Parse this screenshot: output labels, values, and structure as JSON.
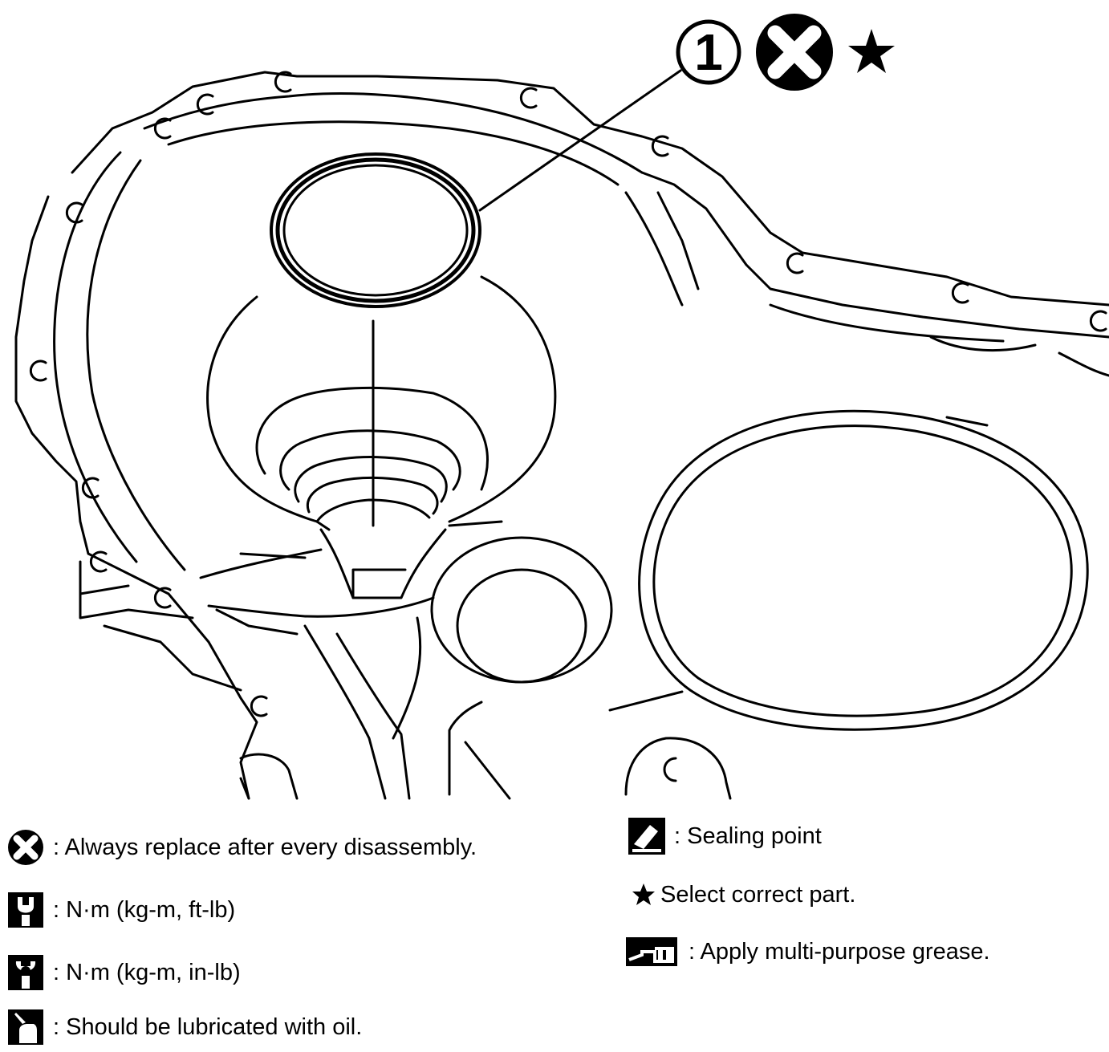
{
  "callout": {
    "number": "1",
    "symbols": [
      "x-circle-icon",
      "star-icon"
    ]
  },
  "legend": {
    "replace": {
      "icon": "x-circle-icon",
      "text": ": Always replace after every disassembly."
    },
    "torque_ft": {
      "icon": "wrench-icon",
      "text": ": N·m (kg-m, ft-lb)"
    },
    "torque_in": {
      "icon": "wrench-solid-icon",
      "text": ": N·m (kg-m, in-lb)"
    },
    "lubricate": {
      "icon": "oil-can-icon",
      "text": ": Should be lubricated with oil."
    },
    "sealing": {
      "icon": "sealant-tube-icon",
      "text": ": Sealing point"
    },
    "select_part": {
      "icon": "star-icon",
      "text": " Select correct part."
    },
    "grease": {
      "icon": "grease-gun-icon",
      "text": ": Apply multi-purpose grease."
    }
  }
}
